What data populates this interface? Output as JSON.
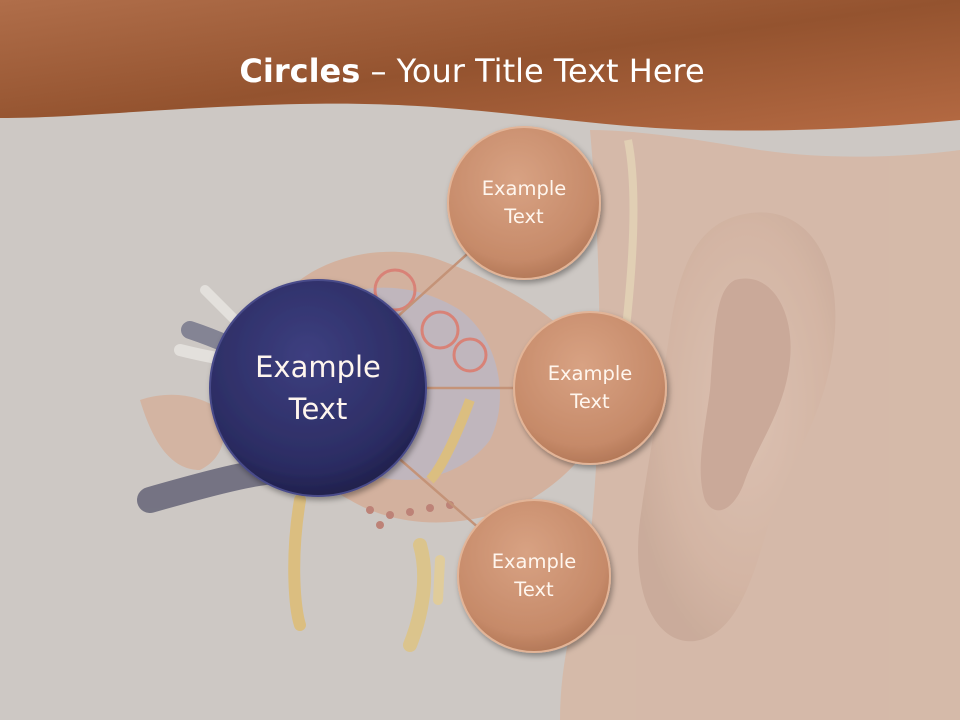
{
  "slide": {
    "title_bold": "Circles",
    "title_dash": " – ",
    "title_rest": "Your Title Text Here"
  },
  "circles": {
    "center": {
      "line1": "Example",
      "line2": "Text"
    },
    "top": {
      "line1": "Example",
      "line2": "Text"
    },
    "middle": {
      "line1": "Example",
      "line2": "Text"
    },
    "bottom": {
      "line1": "Example",
      "line2": "Text"
    }
  },
  "colors": {
    "header": "#a8653e",
    "background": "#cdc8c4",
    "center_circle": "#2e2f66",
    "outer_circle": "#c98e6d",
    "connector": "#c49378"
  },
  "illustration": {
    "subject": "ear-anatomy"
  }
}
